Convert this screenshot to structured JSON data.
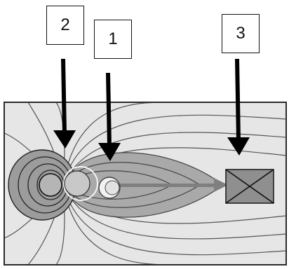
{
  "labels": [
    {
      "text": "2"
    },
    {
      "text": "1"
    },
    {
      "text": "3"
    }
  ],
  "colors": {
    "frame": "#2a2a2a",
    "field_line": "#555555",
    "lobe_fill": "#a9a9a9",
    "detector_fill": "#8f8f8f",
    "beam": "#7f7f7f",
    "arrow": "#000000",
    "ring": "#f5f5f5"
  },
  "icons": [
    "down-arrow-icon",
    "cross-box-icon"
  ]
}
